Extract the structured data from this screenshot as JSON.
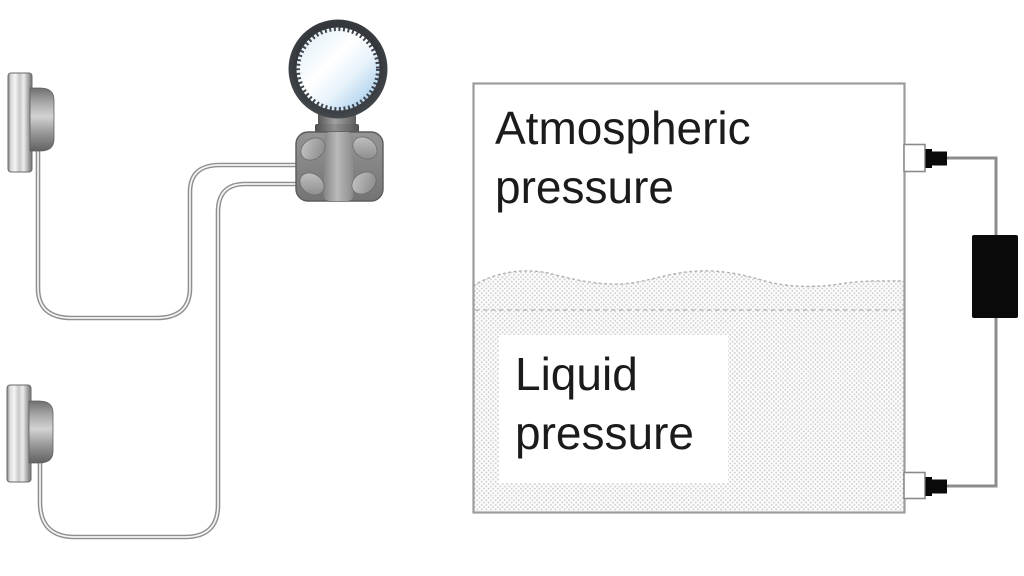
{
  "diagram": {
    "description": "Differential pressure transmitter with remote diaphragm seals measuring liquid level in a vented tank",
    "tank": {
      "atmospheric_label": "Atmospheric pressure",
      "liquid_label": "Liquid pressure"
    },
    "components": {
      "transmitter_icon": "pressure-transmitter-icon",
      "gauge_icon": "round-gauge-display-icon",
      "seal_top_icon": "diaphragm-seal-icon",
      "seal_bottom_icon": "diaphragm-seal-icon",
      "capillary_top_icon": "capillary-tube-icon",
      "capillary_bottom_icon": "capillary-tube-icon",
      "nozzle_top_icon": "tank-nozzle-icon",
      "nozzle_bottom_icon": "tank-nozzle-icon",
      "terminal_icon": "terminal-block-icon"
    },
    "theme": {
      "text": "#1b1b1b",
      "line_gray": "#8c8c8c",
      "tank_border": "#9c9c9c",
      "liquid_dot": "#d4d4d4",
      "block_black": "#0a0a0a",
      "glass_blue": "#a9cfec",
      "metal_gray": "#8a8a8a",
      "background": "#ffffff"
    }
  }
}
